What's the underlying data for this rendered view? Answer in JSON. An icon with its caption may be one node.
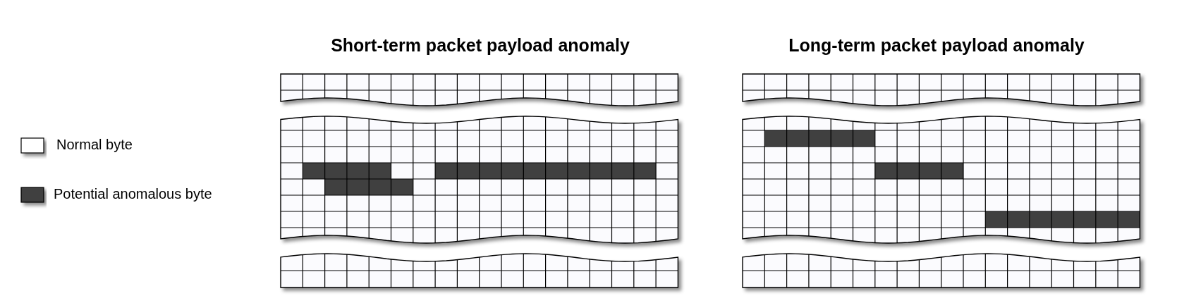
{
  "diagram": {
    "labels": [
      "Short-term packet payload anomaly",
      "Long-term packet payload anomaly"
    ],
    "legend": [
      {
        "text": "Normal byte",
        "color": "#ffffff"
      },
      {
        "text": "Potential anomalous byte",
        "color": "#404040"
      }
    ]
  }
}
